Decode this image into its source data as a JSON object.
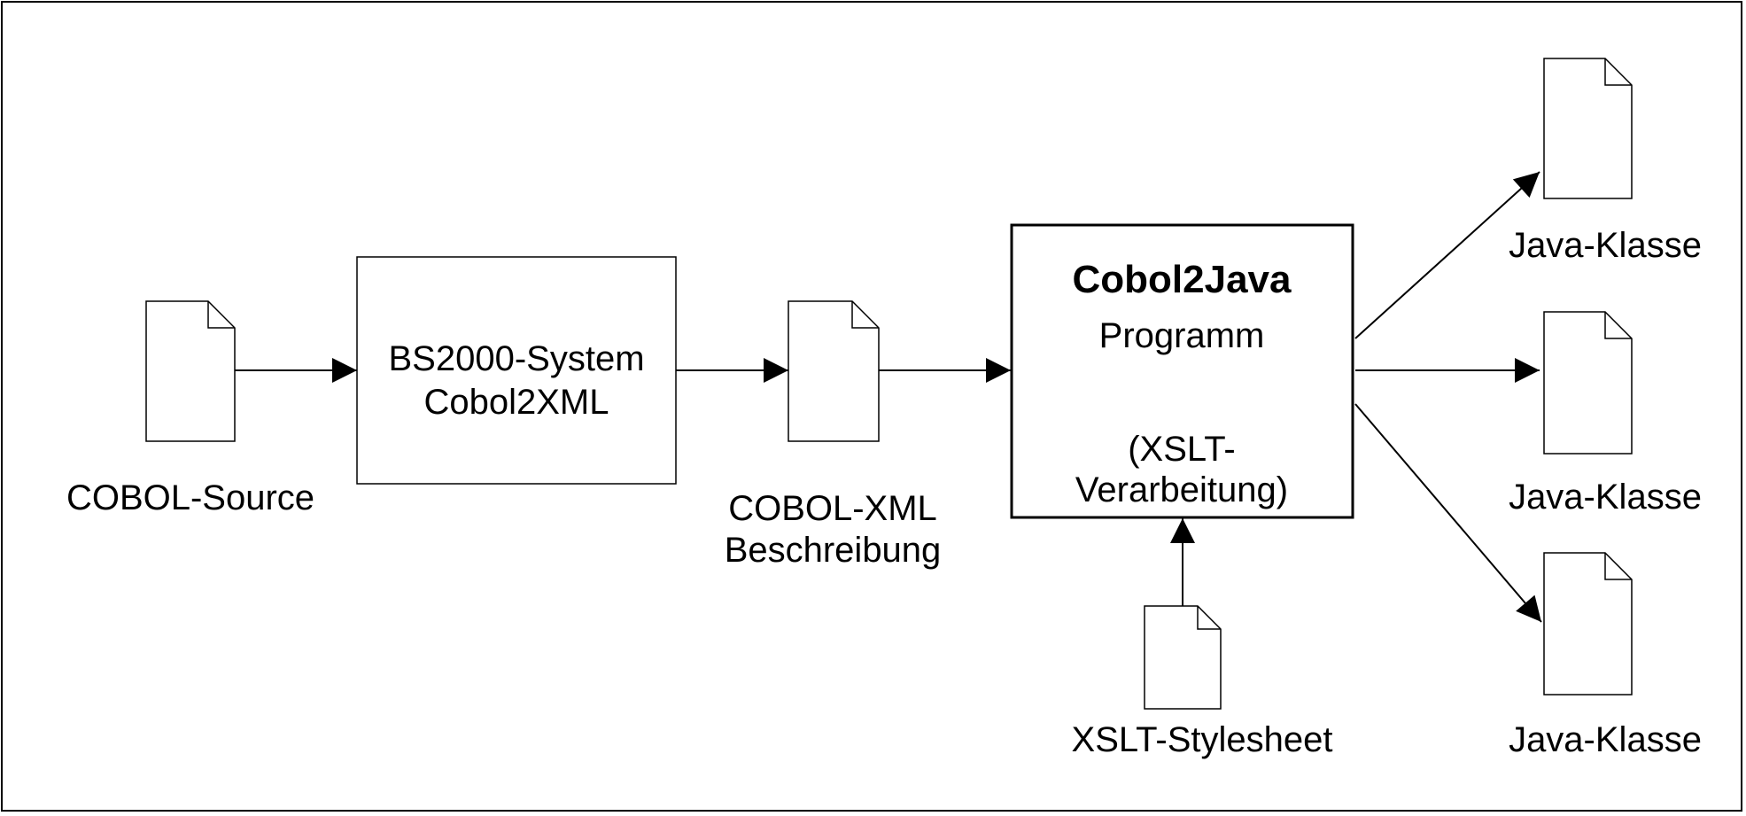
{
  "nodes": {
    "cobol_source": {
      "label": "COBOL-Source"
    },
    "bs2000_box": {
      "line1": "BS2000-System",
      "line2": "Cobol2XML"
    },
    "cobol_xml": {
      "line1": "COBOL-XML",
      "line2": "Beschreibung"
    },
    "cobol2java_box": {
      "title": "Cobol2Java",
      "subtitle": "Programm",
      "note_line1": "(XSLT-",
      "note_line2": "Verarbeitung)"
    },
    "xslt_stylesheet": {
      "label": "XSLT-Stylesheet"
    },
    "java_classes": [
      {
        "label": "Java-Klasse"
      },
      {
        "label": "Java-Klasse"
      },
      {
        "label": "Java-Klasse"
      }
    ]
  },
  "colors": {
    "stroke": "#000000",
    "fill": "#ffffff"
  }
}
